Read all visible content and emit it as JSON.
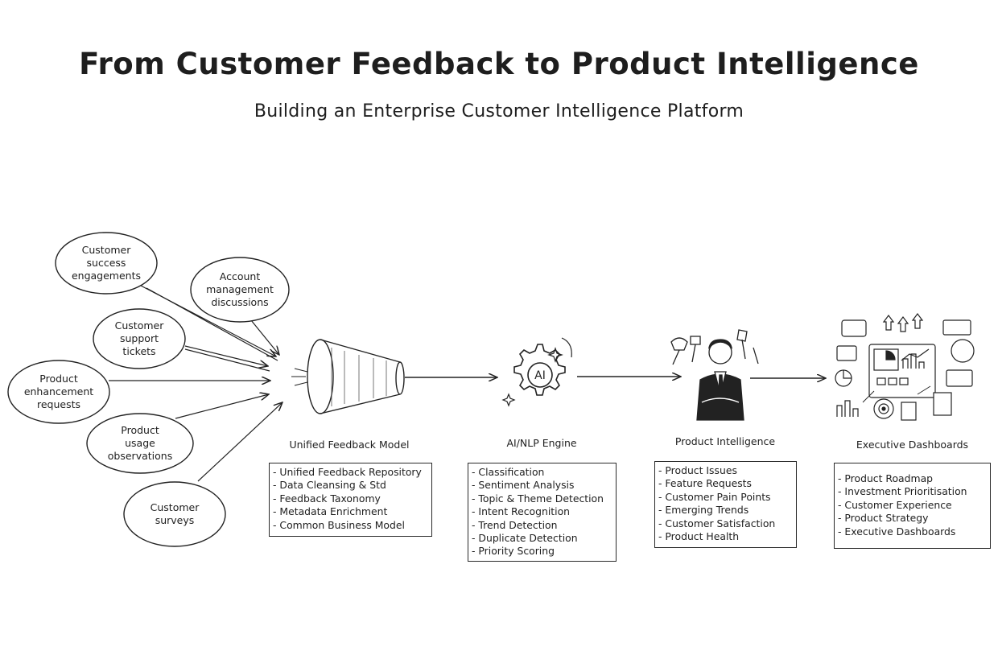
{
  "header": {
    "title": "From Customer Feedback to Product Intelligence",
    "subtitle": "Building an Enterprise Customer Intelligence Platform"
  },
  "sources": [
    {
      "id": "cs",
      "lines": [
        "Customer",
        "success",
        "engagements"
      ]
    },
    {
      "id": "am",
      "lines": [
        "Account",
        "management",
        "discussions"
      ]
    },
    {
      "id": "st",
      "lines": [
        "Customer",
        "support",
        "tickets"
      ]
    },
    {
      "id": "pe",
      "lines": [
        "Product",
        "enhancement",
        "requests"
      ]
    },
    {
      "id": "pu",
      "lines": [
        "Product",
        "usage",
        "observations"
      ]
    },
    {
      "id": "sv",
      "lines": [
        "Customer",
        "surveys"
      ]
    }
  ],
  "stages": [
    {
      "label": "Unified Feedback Model",
      "icon": "funnel-icon",
      "items": [
        "Unified Feedback Repository",
        "Data Cleansing & Std",
        "Feedback Taxonomy",
        "Metadata Enrichment",
        "Common Business Model"
      ]
    },
    {
      "label": "AI/NLP Engine",
      "icon": "ai-gear-icon",
      "icon_text": "AI",
      "items": [
        "Classification",
        "Sentiment Analysis",
        "Topic & Theme Detection",
        "Intent Recognition",
        "Trend Detection",
        "Duplicate Detection",
        "Priority Scoring"
      ]
    },
    {
      "label": "Product Intelligence",
      "icon": "businessman-icon",
      "items": [
        "Product Issues",
        "Feature Requests",
        "Customer Pain Points",
        "Emerging Trends",
        "Customer Satisfaction",
        "Product Health"
      ]
    },
    {
      "label": "Executive Dashboards",
      "icon": "dashboard-icon",
      "items": [
        "Product Roadmap",
        "Investment Prioritisation",
        "Customer Experience",
        "Product Strategy",
        "Executive Dashboards"
      ]
    }
  ]
}
